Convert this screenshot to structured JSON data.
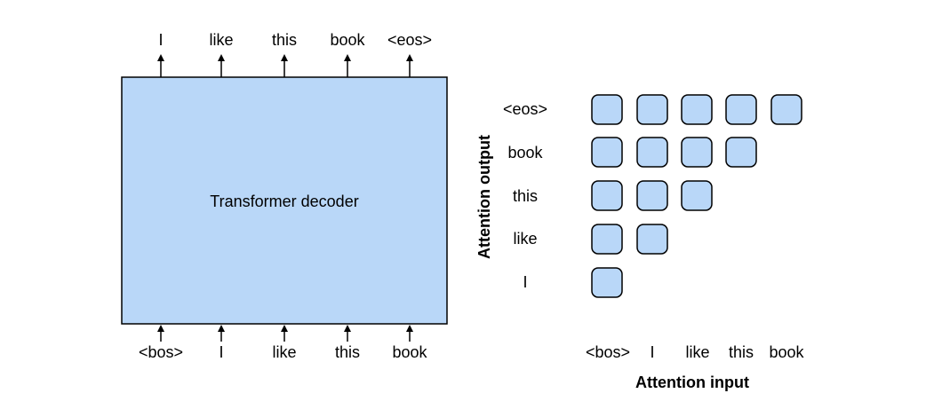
{
  "decoder": {
    "label": "Transformer decoder",
    "inputs": [
      "<bos>",
      "I",
      "like",
      "this",
      "book"
    ],
    "outputs": [
      "I",
      "like",
      "this",
      "book",
      "<eos>"
    ]
  },
  "attention": {
    "y_axis_label": "Attention output",
    "x_axis_label": "Attention input",
    "rows": [
      "<eos>",
      "book",
      "this",
      "like",
      "I"
    ],
    "columns": [
      "<bos>",
      "I",
      "like",
      "this",
      "book"
    ],
    "mask": "causal lower-triangular"
  },
  "colors": {
    "fill": "#b9d7f8",
    "stroke": "#000000"
  }
}
